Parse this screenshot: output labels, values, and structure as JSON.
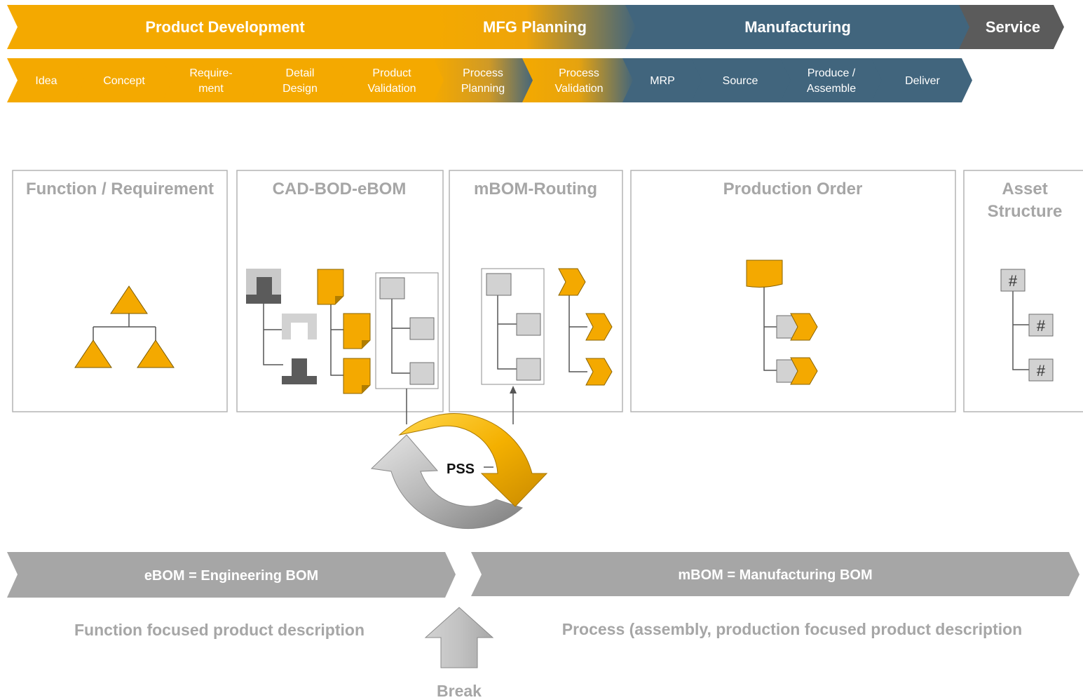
{
  "phases": [
    {
      "label": "Product Development"
    },
    {
      "label": "MFG Planning"
    },
    {
      "label": "Manufacturing"
    },
    {
      "label": "Service"
    }
  ],
  "steps": [
    {
      "lines": [
        "Idea"
      ]
    },
    {
      "lines": [
        "Concept"
      ]
    },
    {
      "lines": [
        "Require-",
        "ment"
      ]
    },
    {
      "lines": [
        "Detail",
        "Design"
      ]
    },
    {
      "lines": [
        "Product",
        "Validation"
      ]
    },
    {
      "lines": [
        "Process",
        "Planning"
      ]
    },
    {
      "lines": [
        "Process",
        "Validation"
      ]
    },
    {
      "lines": [
        "MRP"
      ]
    },
    {
      "lines": [
        "Source"
      ]
    },
    {
      "lines": [
        "Produce /",
        "Assemble"
      ]
    },
    {
      "lines": [
        "Deliver"
      ]
    }
  ],
  "boxes": [
    {
      "title_lines": [
        "Function / Requirement"
      ]
    },
    {
      "title_lines": [
        "CAD-BOD-eBOM"
      ]
    },
    {
      "title_lines": [
        "mBOM-Routing"
      ]
    },
    {
      "title_lines": [
        "Production Order"
      ]
    },
    {
      "title_lines": [
        "Asset",
        "Structure"
      ]
    }
  ],
  "asset_mark": "#",
  "cycle_label": "PSS",
  "bom": {
    "ebom_label": "eBOM = Engineering BOM",
    "mbom_label": "mBOM = Manufacturing BOM"
  },
  "descriptions": {
    "left": "Function focused product description",
    "right": "Process (assembly, production  focused product description"
  },
  "break_label": "Break",
  "colors": {
    "orange": "#f4a900",
    "teal": "#41657d",
    "dark_gray": "#5b5b5b",
    "gray_band": "#a6a6a6",
    "box_border": "#b4b4b4",
    "text_gray": "#a6a6a6"
  }
}
